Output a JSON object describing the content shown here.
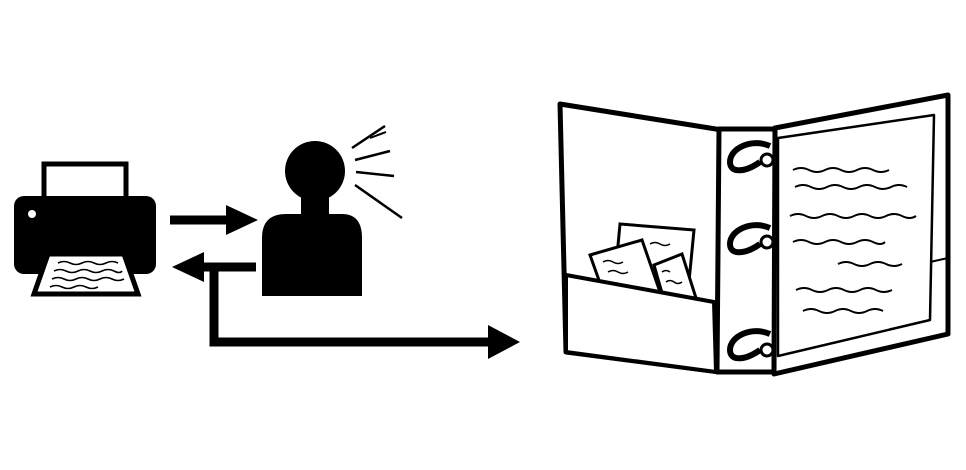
{
  "diagram": {
    "nodes": [
      {
        "id": "printer",
        "icon": "printer-icon"
      },
      {
        "id": "person",
        "icon": "person-idea-icon"
      },
      {
        "id": "binder",
        "icon": "three-ring-binder-icon"
      }
    ],
    "edges": [
      {
        "from": "printer",
        "to": "person"
      },
      {
        "from": "person",
        "to": "printer"
      },
      {
        "from": "person",
        "to": "binder"
      }
    ],
    "colors": {
      "ink": "#000000",
      "paper": "#ffffff"
    }
  }
}
